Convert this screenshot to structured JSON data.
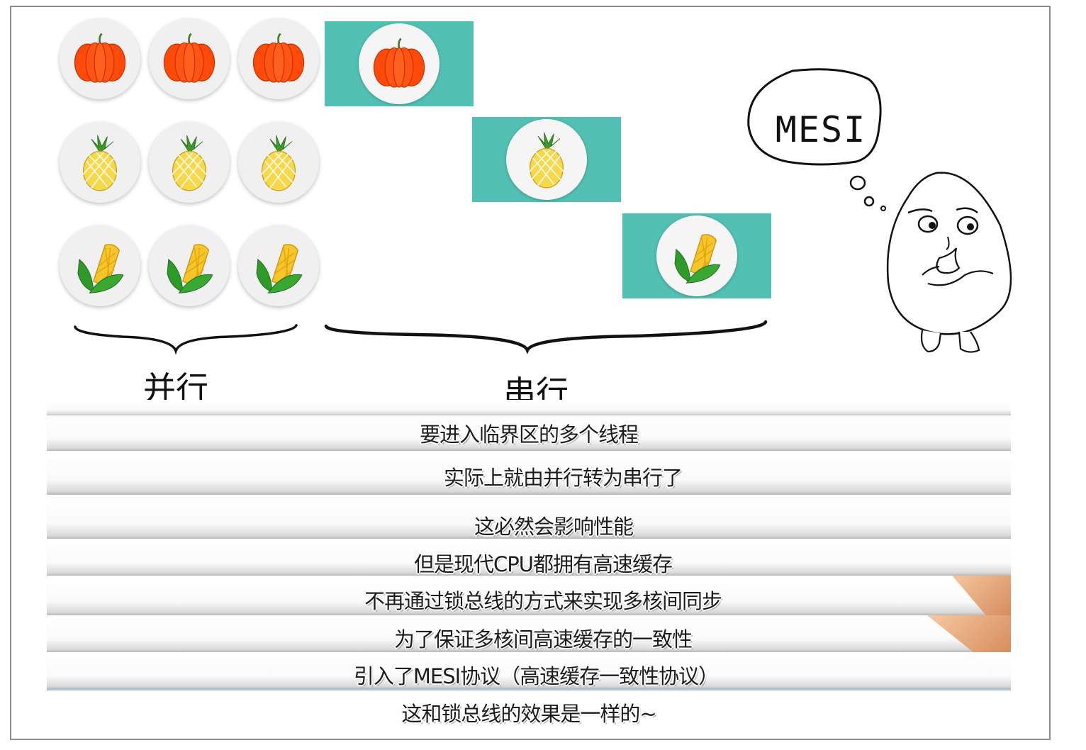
{
  "diagram": {
    "parallel_label": "并行",
    "serial_label": "串行",
    "thought_bubble_text": "MESI",
    "fruit_rows": [
      {
        "icon": "pumpkin-icon",
        "parallel_count": 3
      },
      {
        "icon": "pineapple-icon",
        "parallel_count": 3
      },
      {
        "icon": "corn-icon",
        "parallel_count": 3
      }
    ],
    "colors": {
      "teal": "#52c1b4",
      "pumpkin": "#ff4a0a",
      "pineapple": "#f7d84a",
      "corn_leaf": "#2f9a2a"
    }
  },
  "subtitles": [
    "要进入临界区的多个线程",
    "实际上就由并行转为串行了",
    "这必然会影响性能",
    "但是现代CPU都拥有高速缓存",
    "不再通过锁总线的方式来实现多核间同步",
    "为了保证多核间高速缓存的一致性",
    "引入了MESI协议（高速缓存一致性协议）",
    "这和锁总线的效果是一样的~"
  ]
}
